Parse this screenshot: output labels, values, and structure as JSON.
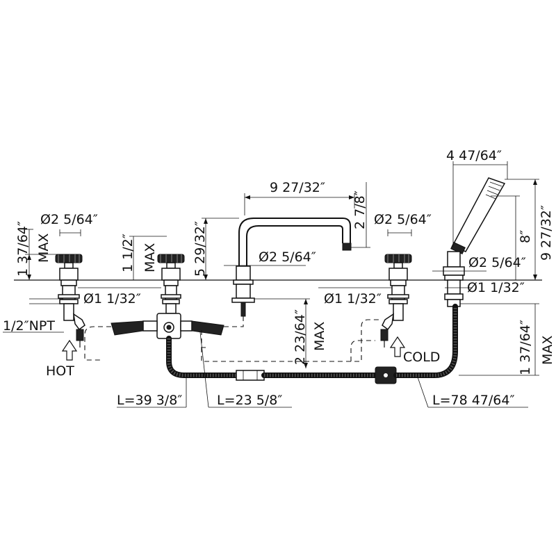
{
  "labels": {
    "hot_dia_top": "Ø2 5/64″",
    "hot_height": "1 37/64″",
    "hot_max": "MAX",
    "hot_npt": "1/2″NPT",
    "hot_label": "HOT",
    "div_height": "1 1/2″",
    "div_max": "MAX",
    "div_dia": "Ø1 1/32″",
    "spout_reach": "9 27/32″",
    "spout_height": "5 29/32″",
    "spout_drop": "2 7/8″",
    "spout_dia": "Ø2 5/64″",
    "below_height": "2 23/64″",
    "below_max": "MAX",
    "cold_dia_top": "Ø2 5/64″",
    "cold_dia": "Ø1 1/32″",
    "cold_label": "COLD",
    "hand_width": "4 47/64″",
    "hand_height": "8″",
    "hand_total": "9 27/32″",
    "hand_dia_top": "Ø2 5/64″",
    "hand_dia": "Ø1 1/32″",
    "hand_below": "1 37/64″",
    "hand_below_max": "MAX",
    "hose_l1": "L=39 3/8″",
    "hose_l2": "L=23 5/8″",
    "hose_l3": "L=78 47/64″"
  }
}
